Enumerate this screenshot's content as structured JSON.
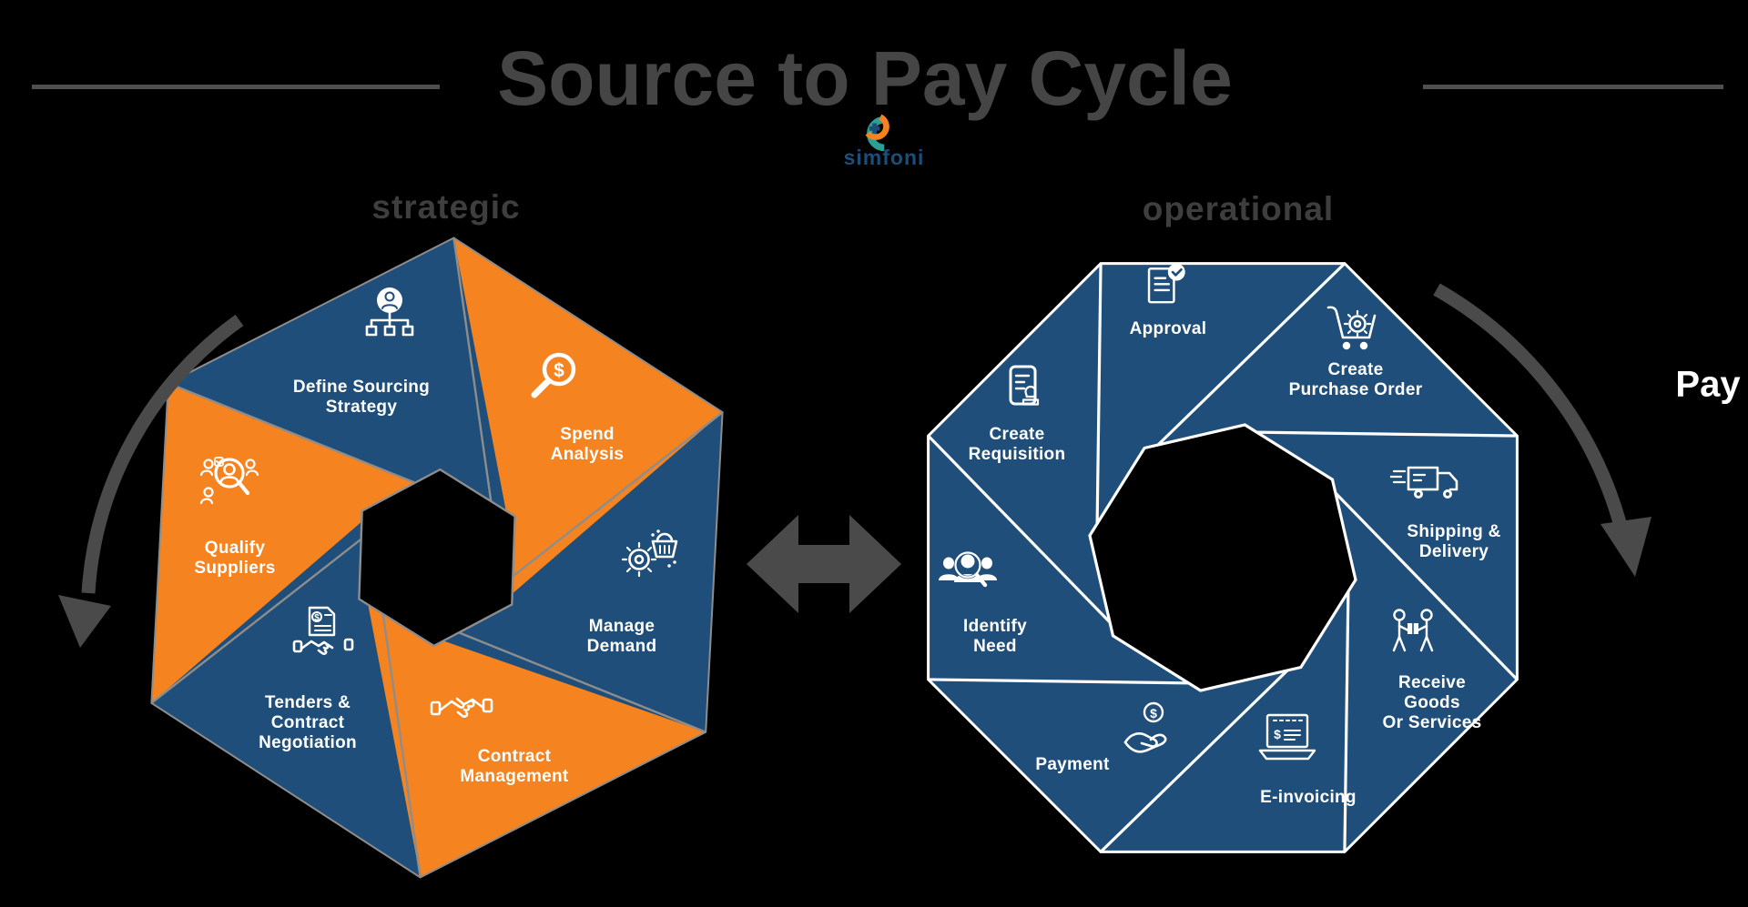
{
  "title": "Source to Pay Cycle",
  "logo": {
    "name": "simfoni"
  },
  "left_wheel": {
    "heading": "strategic",
    "segments": [
      {
        "id": "define-sourcing-strategy",
        "label": "Define Sourcing\nStrategy",
        "color": "blue",
        "icon": "org-person"
      },
      {
        "id": "spend-analysis",
        "label": "Spend\nAnalysis",
        "color": "orange",
        "icon": "magnifier-dollar"
      },
      {
        "id": "manage-demand",
        "label": "Manage\nDemand",
        "color": "blue",
        "icon": "gear-basket"
      },
      {
        "id": "contract-management",
        "label": "Contract\nManagement",
        "color": "orange",
        "icon": "handshake"
      },
      {
        "id": "ten ders",
        "label": "",
        "color": "",
        "icon": ""
      },
      {
        "id": "qualify-suppliers",
        "label": "Qualify\nSuppliers",
        "color": "orange",
        "icon": "people-magnifier"
      }
    ]
  },
  "right_wheel": {
    "heading": "operational",
    "segments": [
      {
        "id": "approval",
        "label": "Approval",
        "color": "blue",
        "icon": "document-check"
      },
      {
        "id": "create-purchase-order",
        "label": "Create\nPurchase Order",
        "color": "blue",
        "icon": "cart-gear"
      },
      {
        "id": "shipping-delivery",
        "label": "Shipping &\nDelivery",
        "color": "blue",
        "icon": "delivery-truck"
      },
      {
        "id": "receive-goods",
        "label": "Receive\nGoods\nOr Services",
        "color": "blue",
        "icon": "people-box"
      },
      {
        "id": "e-invoicing",
        "label": "E-invoicing",
        "color": "blue",
        "icon": "laptop-invoice"
      },
      {
        "id": "payment",
        "label": "Payment",
        "color": "blue",
        "icon": "hand-coin"
      },
      {
        "id": "identify-need",
        "label": "Identify\nNeed",
        "color": "blue",
        "icon": "people-search"
      },
      {
        "id": "create-requisition",
        "label": "Create\nRequisition",
        "color": "blue",
        "icon": "document-stamp"
      }
    ]
  },
  "pay_label": "Pay",
  "colors": {
    "blue": "#1E4E79",
    "orange": "#F5831F",
    "seam_left": "#8D8D8D",
    "seam_right": "#FFFFFF",
    "heading": "#3E3E3E",
    "title": "#454545",
    "arrow": "#4A4A4A",
    "logo_blue": "#1D4E79",
    "logo_teal": "#2C9E92",
    "logo_orange": "#F58220"
  }
}
